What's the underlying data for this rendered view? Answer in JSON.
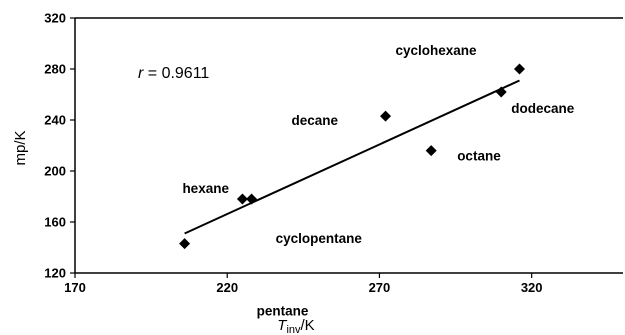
{
  "chart_data": {
    "type": "scatter",
    "title": "",
    "xlabel_main": "T",
    "xlabel_sub": "inv",
    "xlabel_unit": "/K",
    "ylabel": "mp/K",
    "xlim": [
      170,
      350
    ],
    "ylim": [
      120,
      320
    ],
    "xticks": [
      170,
      220,
      270,
      320
    ],
    "yticks": [
      120,
      160,
      200,
      240,
      280,
      320
    ],
    "grid": false,
    "annotation_var": "r",
    "annotation_value": " = 0.9611",
    "points": [
      {
        "label": "pentane",
        "x": 206,
        "y": 143
      },
      {
        "label": "hexane",
        "x": 225,
        "y": 178
      },
      {
        "label": "cyclopentane",
        "x": 228,
        "y": 178
      },
      {
        "label": "decane",
        "x": 272,
        "y": 243
      },
      {
        "label": "octane",
        "x": 287,
        "y": 216
      },
      {
        "label": "dodecane",
        "x": 310,
        "y": 262
      },
      {
        "label": "cyclohexane",
        "x": 316,
        "y": 280
      }
    ],
    "trendline": {
      "x": [
        206,
        316
      ],
      "y": [
        151,
        271
      ]
    }
  }
}
